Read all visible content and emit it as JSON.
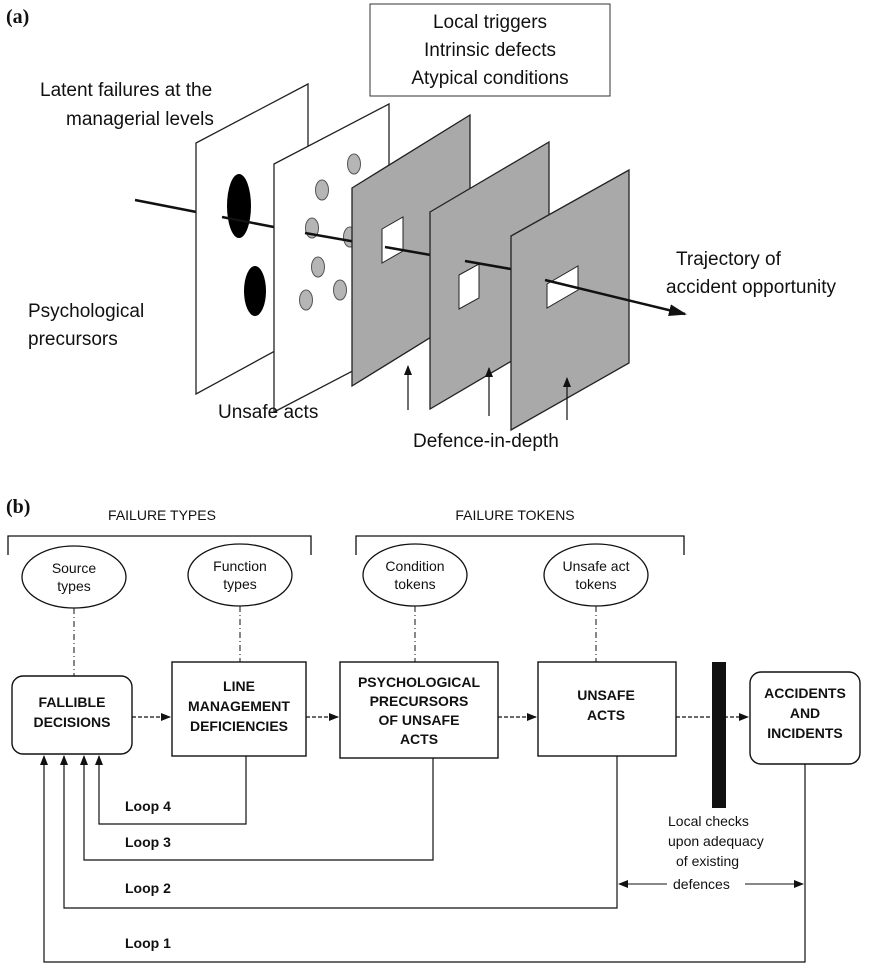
{
  "panel_a": {
    "label": "(a)",
    "triggers_box": [
      "Local triggers",
      "Intrinsic defects",
      "Atypical conditions"
    ],
    "latent_failures": [
      "Latent failures at the",
      "managerial levels"
    ],
    "psychological_precursors": [
      "Psychological",
      "precursors"
    ],
    "unsafe_acts": "Unsafe acts",
    "defence_in_depth": "Defence-in-depth",
    "trajectory": [
      "Trajectory of",
      "accident opportunity"
    ],
    "colors": {
      "defence_slice": "#a9a9a9",
      "hole_dark": "#000000",
      "hole_grey": "#b5b5b5"
    }
  },
  "panel_b": {
    "label": "(b)",
    "failure_types": "FAILURE TYPES",
    "failure_tokens": "FAILURE TOKENS",
    "ellipses": {
      "source": [
        "Source",
        "types"
      ],
      "function": [
        "Function",
        "types"
      ],
      "condition": [
        "Condition",
        "tokens"
      ],
      "unsafe_act": [
        "Unsafe act",
        "tokens"
      ]
    },
    "boxes": {
      "fallible": [
        "FALLIBLE",
        "DECISIONS"
      ],
      "line_mgmt": [
        "LINE",
        "MANAGEMENT",
        "DEFICIENCIES"
      ],
      "psych": [
        "PSYCHOLOGICAL",
        "PRECURSORS",
        "OF UNSAFE",
        "ACTS"
      ],
      "unsafe": [
        "UNSAFE",
        "ACTS"
      ],
      "accidents": [
        "ACCIDENTS",
        "AND",
        "INCIDENTS"
      ]
    },
    "loops": [
      "Loop 4",
      "Loop 3",
      "Loop 2",
      "Loop 1"
    ],
    "local_checks": [
      "Local checks",
      "upon adequacy",
      "of existing",
      "defences"
    ]
  }
}
